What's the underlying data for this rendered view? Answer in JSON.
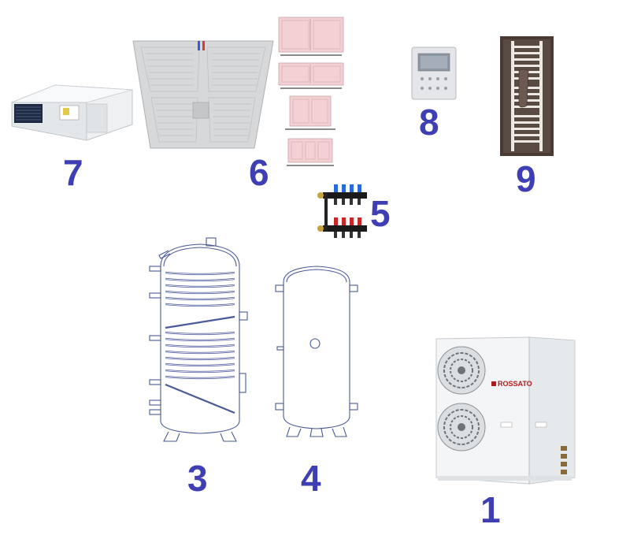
{
  "labels": {
    "heat_pump": "1",
    "hot_water_tank": "3",
    "buffer_tank": "4",
    "manifold": "5",
    "radiant_panels": "6",
    "ducted_unit": "7",
    "thermostat": "8",
    "towel_radiator": "9"
  },
  "heat_pump_brand": "ROSSATO",
  "colors": {
    "label": "#3f3fb5",
    "tank_line": "#4a5a9a",
    "panel_pink": "#f2d0d4",
    "unit_white": "#f4f5f7"
  }
}
